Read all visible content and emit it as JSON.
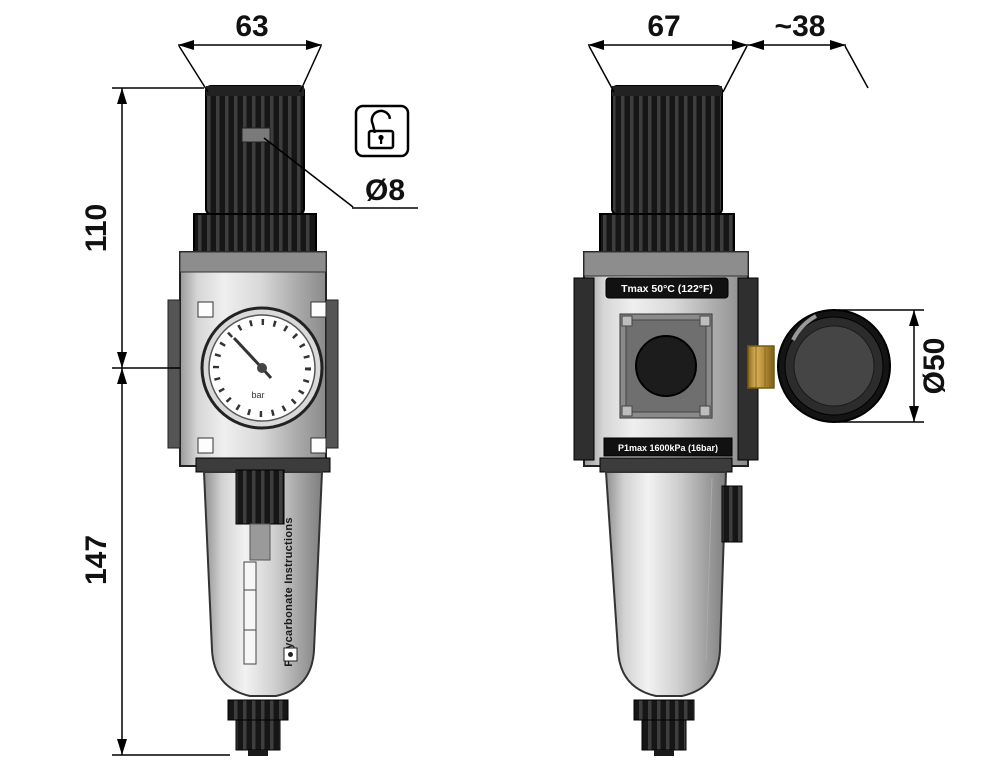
{
  "page": {
    "background": "#ffffff"
  },
  "dimensions": {
    "front_width": "63",
    "side_width": "67",
    "gauge_offset": "~38",
    "upper_height": "110",
    "lower_height": "147",
    "knob_bore": "Ø8",
    "gauge_diameter": "Ø50"
  },
  "labels": {
    "tmax": "Tmax 50°C (122°F)",
    "pmax": "P1max 1600kPa (16bar)",
    "bowl_text": "Polycarbonate Instructions",
    "gauge_unit": "bar"
  },
  "icons": {
    "lock": "open-padlock-icon"
  },
  "colors": {
    "line": "#000000",
    "metal_light": "#efefef",
    "metal_dark": "#8a8a8a",
    "knob_black": "#161616",
    "brass": "#b8903a"
  }
}
